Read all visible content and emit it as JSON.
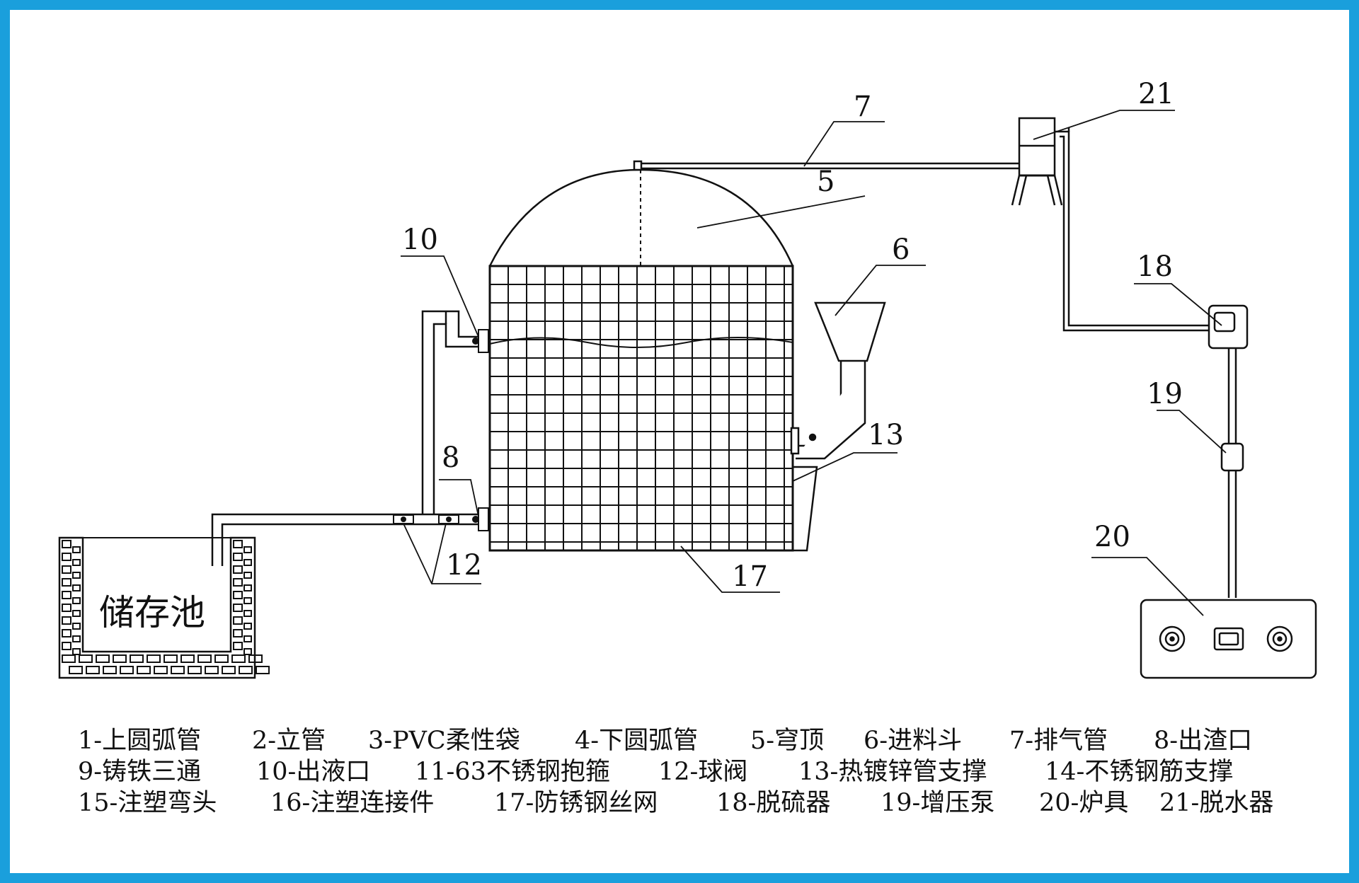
{
  "tank_label": "储存池",
  "colors": {
    "frame": "#1a9fdc",
    "line": "#111111",
    "background": "#ffffff"
  },
  "callouts": {
    "n5": "5",
    "n6": "6",
    "n7": "7",
    "n8": "8",
    "n10": "10",
    "n12": "12",
    "n13": "13",
    "n17": "17",
    "n18": "18",
    "n19": "19",
    "n20": "20",
    "n21": "21"
  },
  "legend": {
    "row1": [
      "1-上圆弧管",
      "2-立管",
      "3-PVC柔性袋",
      "4-下圆弧管",
      "5-穹顶",
      "6-进料斗",
      "7-排气管",
      "8-出渣口"
    ],
    "row2": [
      "9-铸铁三通",
      "10-出液口",
      "11-63不锈钢抱箍",
      "12-球阀",
      "13-热镀锌管支撑",
      "14-不锈钢筋支撑"
    ],
    "row3": [
      "15-注塑弯头",
      "16-注塑连接件",
      "17-防锈钢丝网",
      "18-脱硫器",
      "19-增压泵",
      "20-炉具",
      "21-脱水器"
    ]
  }
}
